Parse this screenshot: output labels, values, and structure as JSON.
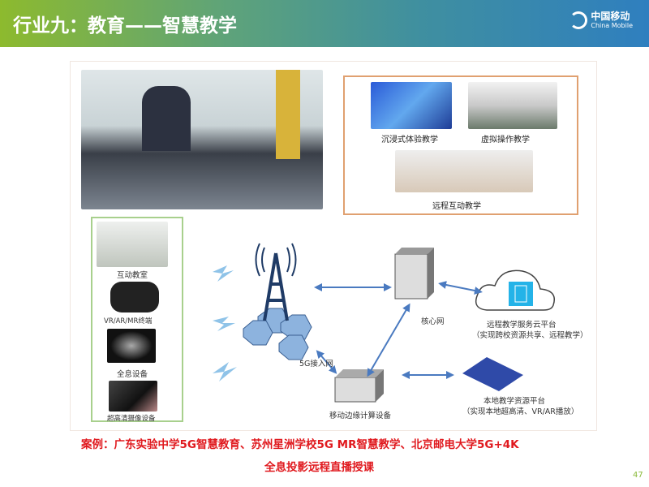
{
  "header": {
    "title": "行业九：教育——智慧教学",
    "logo_cn": "中国移动",
    "logo_en": "China Mobile"
  },
  "top_right": {
    "items": [
      "沉浸式体验教学",
      "虚拟操作教学",
      "远程互动教学"
    ]
  },
  "left_devices": [
    "互动教室",
    "VR/AR/MR终端",
    "全息设备",
    "超高清摄像设备"
  ],
  "diagram": {
    "access": "5G接入网",
    "core": "核心网",
    "edge": "移动边缘计算设备",
    "cloud_title": "远程教学服务云平台",
    "cloud_desc": "（实现跨校资源共享、远程教学）",
    "local_title": "本地教学资源平台",
    "local_desc": "（实现本地超高清、VR/AR播放）"
  },
  "caption": {
    "line1": "案例：广东实验中学5G智慧教育、苏州星洲学校5G MR智慧教学、北京邮电大学5G+4K",
    "line2": "全息投影远程直播授课"
  },
  "page_number": "47"
}
